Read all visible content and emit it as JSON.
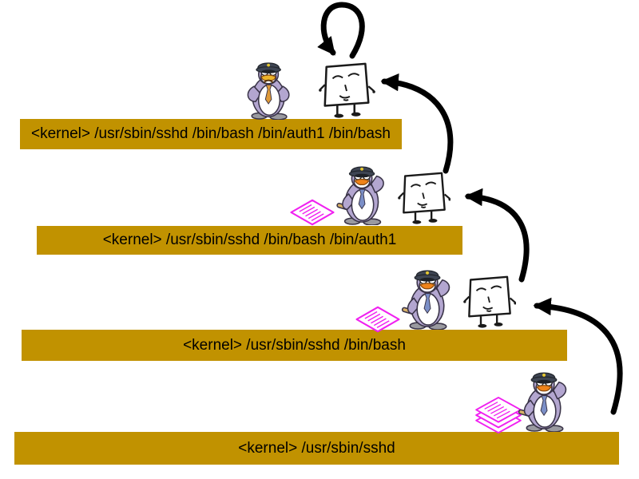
{
  "colors": {
    "background": "#FFFFFF",
    "bar": "#C19200",
    "text": "#000000",
    "arrow": "#000000",
    "document": "#F020F0",
    "tie_blue": "#7B8FC7",
    "tie_orange": "#DE9A3A"
  },
  "levels": [
    {
      "label": "<kernel> /usr/sbin/sshd /bin/bash /bin/auth1 /bin/bash"
    },
    {
      "label": "<kernel> /usr/sbin/sshd /bin/bash /bin/auth1"
    },
    {
      "label": "<kernel> /usr/sbin/sshd /bin/bash"
    },
    {
      "label": "<kernel> /usr/sbin/sshd"
    }
  ],
  "icons": {
    "guard_penguin": "penguin wearing police hat",
    "process_box": "hand-drawn box character",
    "document": "magenta document sheet",
    "spawn_arrow": "curved black arrow",
    "self_loop_arrow": "loop arrow onto same process"
  }
}
